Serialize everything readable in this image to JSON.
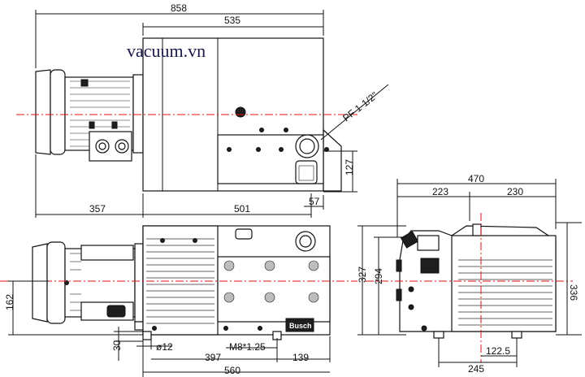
{
  "watermark": "vacuum.vn",
  "dims": {
    "d858": "858",
    "d535": "535",
    "d357": "357",
    "d501": "501",
    "d127": "127",
    "d57": "57",
    "d470": "470",
    "d223": "223",
    "d230": "230",
    "d327": "327",
    "d294": "294",
    "d336": "336",
    "d162": "162",
    "d30": "30",
    "d12": "ø12",
    "dm8": "M8*1.25",
    "d397": "397",
    "d139": "139",
    "d560": "560",
    "d245": "245",
    "d1225": "122.5"
  },
  "port_label": "PF 1-1/2\"",
  "nameplate_text": "Busch",
  "colors": {
    "centerline": "#e01010",
    "line": "#111111"
  }
}
